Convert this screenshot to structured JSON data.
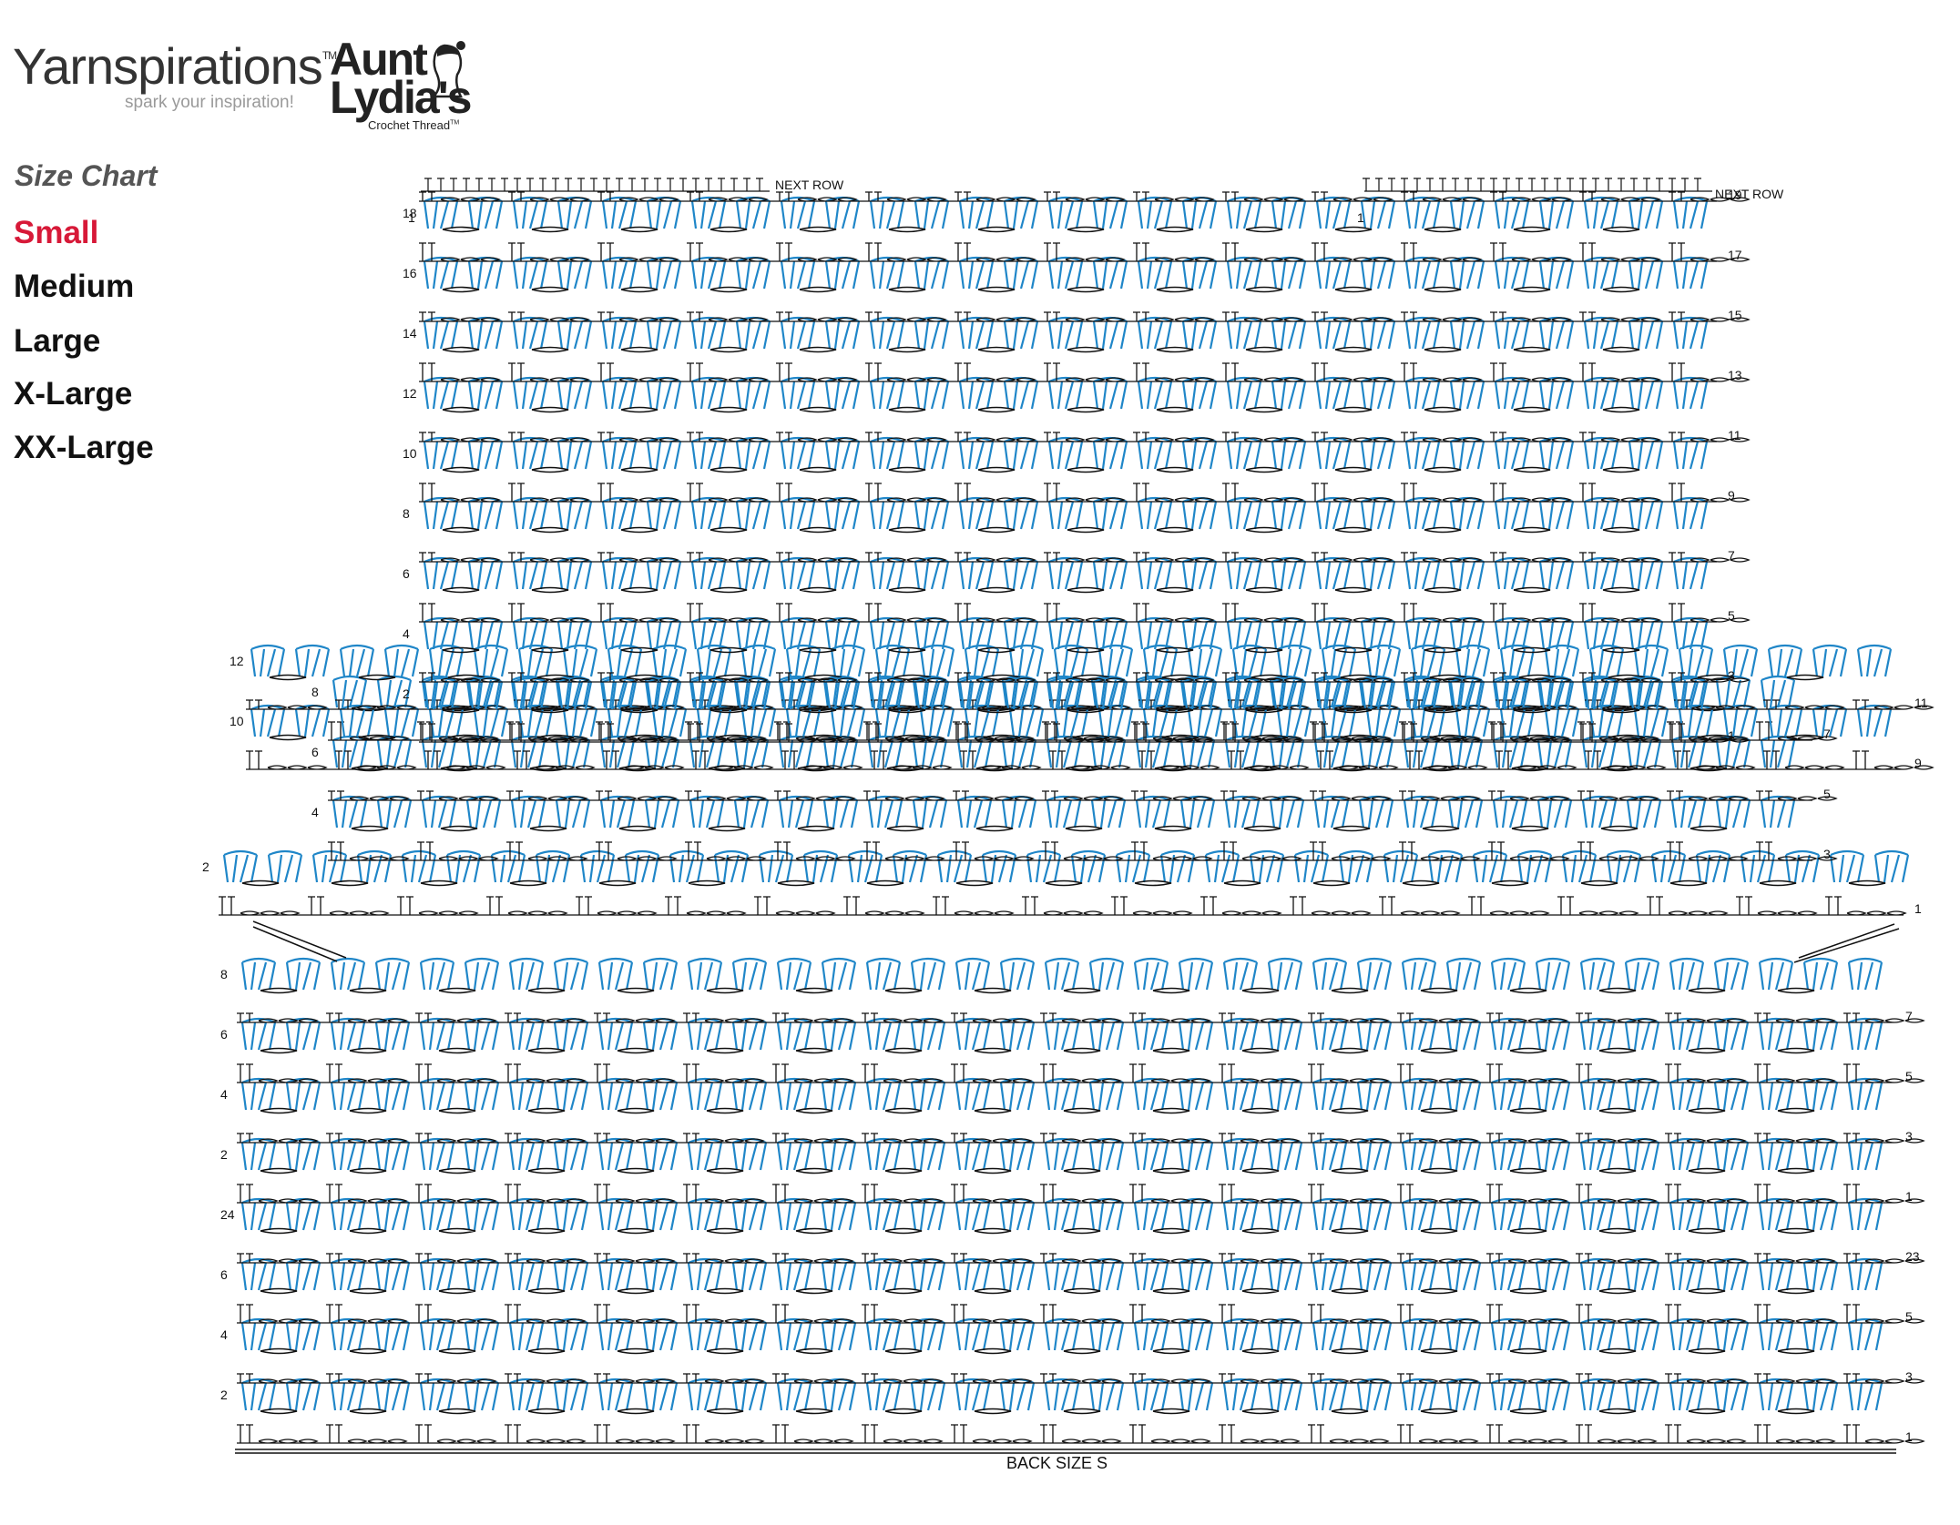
{
  "logos": {
    "yarnspirations": {
      "name": "Yarnspirations",
      "tm": "TM",
      "tagline": "spark your inspiration!"
    },
    "aunt_lydias": {
      "line1": "Aunt",
      "line2": "Lydia's",
      "line3": "Crochet Thread",
      "tm": "TM"
    }
  },
  "size_chart": {
    "title": "Size Chart",
    "sizes": [
      "Small",
      "Medium",
      "Large",
      "X-Large",
      "XX-Large"
    ],
    "selected": "Small"
  },
  "diagram": {
    "caption": "BACK SIZE S",
    "next_row_left": "NEXT ROW",
    "next_row_right": "NEXT ROW",
    "colors": {
      "blue": "#1f86c8",
      "black": "#111111"
    },
    "sections": [
      {
        "name": "shoulders",
        "rows_from_bottom": [
          {
            "label": "1",
            "side": "right"
          },
          {
            "label": "2",
            "side": "left"
          },
          {
            "label": "3",
            "side": "right"
          },
          {
            "label": "4",
            "side": "left"
          },
          {
            "label": "5",
            "side": "right"
          },
          {
            "label": "6",
            "side": "left"
          },
          {
            "label": "7",
            "side": "right"
          },
          {
            "label": "8",
            "side": "left"
          },
          {
            "label": "9",
            "side": "right"
          },
          {
            "label": "10",
            "side": "left"
          },
          {
            "label": "11",
            "side": "right"
          },
          {
            "label": "12",
            "side": "left"
          },
          {
            "label": "13",
            "side": "right"
          },
          {
            "label": "14",
            "side": "left"
          },
          {
            "label": "15",
            "side": "right"
          },
          {
            "label": "16",
            "side": "left"
          },
          {
            "label": "17",
            "side": "right"
          },
          {
            "label": "18",
            "side": "left"
          },
          {
            "label": "19",
            "side": "right"
          }
        ],
        "top_row_labels": [
          "1",
          "1"
        ]
      },
      {
        "name": "armhole",
        "rows_from_bottom": [
          {
            "label": "1",
            "side": "right"
          },
          {
            "label": "2",
            "side": "left"
          },
          {
            "label": "3",
            "side": "right"
          },
          {
            "label": "4",
            "side": "left"
          },
          {
            "label": "5",
            "side": "right"
          },
          {
            "label": "6",
            "side": "left"
          },
          {
            "label": "7",
            "side": "right"
          },
          {
            "label": "8",
            "side": "left"
          },
          {
            "label": "9",
            "side": "right"
          },
          {
            "label": "10",
            "side": "left"
          },
          {
            "label": "11",
            "side": "right"
          },
          {
            "label": "12",
            "side": "left"
          }
        ]
      },
      {
        "name": "body",
        "rows_from_bottom": [
          {
            "label": "1",
            "side": "right"
          },
          {
            "label": "2",
            "side": "left"
          },
          {
            "label": "3",
            "side": "right"
          },
          {
            "label": "4",
            "side": "left"
          },
          {
            "label": "5",
            "side": "right"
          },
          {
            "label": "6",
            "side": "left"
          },
          {
            "label": "23",
            "side": "right"
          },
          {
            "label": "24",
            "side": "left"
          },
          {
            "label": "1",
            "side": "right"
          },
          {
            "label": "2",
            "side": "left"
          },
          {
            "label": "3",
            "side": "right"
          },
          {
            "label": "4",
            "side": "left"
          },
          {
            "label": "5",
            "side": "right"
          },
          {
            "label": "6",
            "side": "left"
          },
          {
            "label": "7",
            "side": "right"
          },
          {
            "label": "8",
            "side": "left"
          }
        ]
      }
    ]
  }
}
